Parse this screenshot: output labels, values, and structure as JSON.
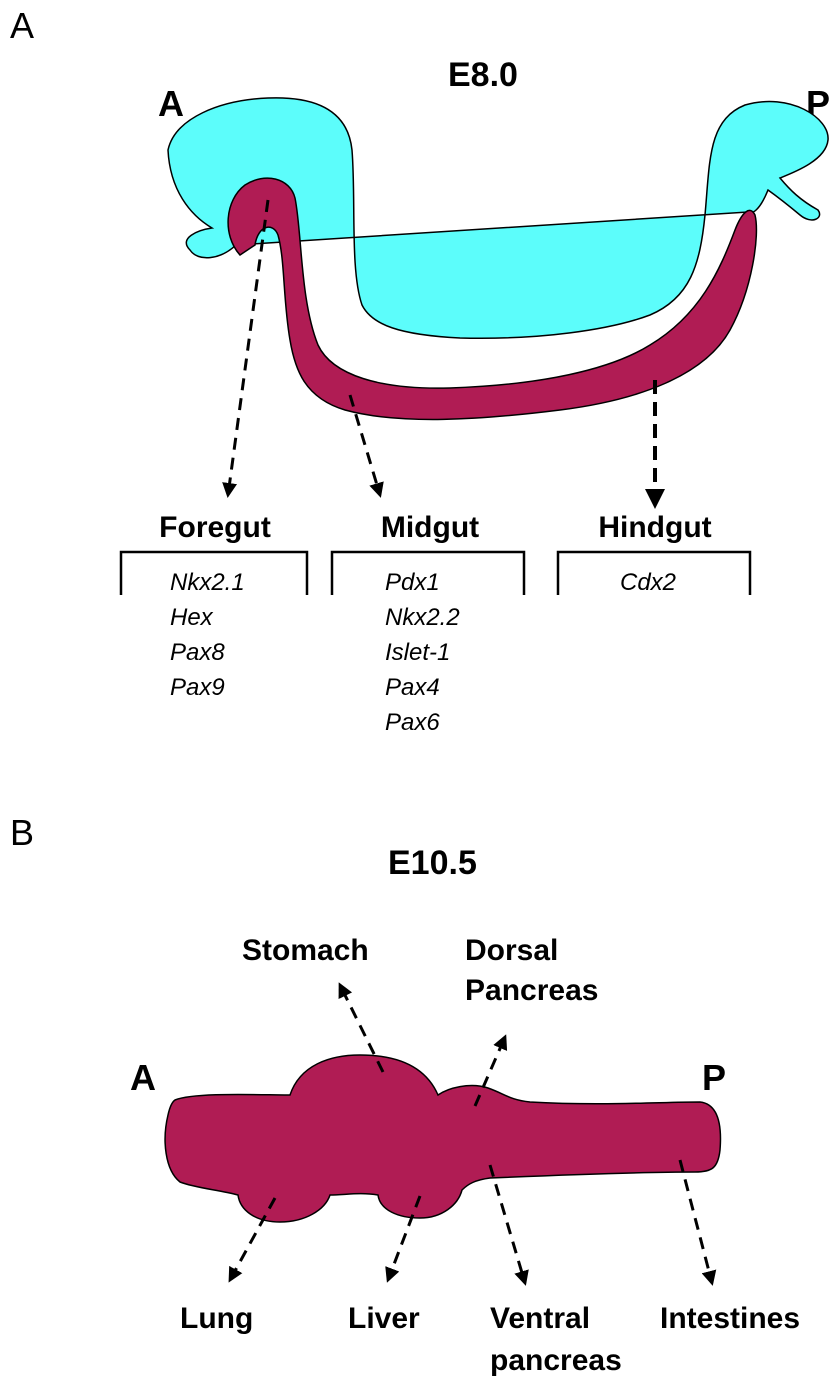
{
  "colors": {
    "ectoderm": "#5cfdfb",
    "endoderm": "#b01c54",
    "outline": "#000000"
  },
  "panel_a": {
    "letter": "A",
    "stage": "E8.0",
    "anterior": "A",
    "posterior": "P",
    "regions": [
      {
        "title": "Foregut",
        "genes": [
          "Nkx2.1",
          "Hex",
          "Pax8",
          "Pax9"
        ]
      },
      {
        "title": "Midgut",
        "genes": [
          "Pdx1",
          "Nkx2.2",
          "Islet-1",
          "Pax4",
          "Pax6"
        ]
      },
      {
        "title": "Hindgut",
        "genes": [
          "Cdx2"
        ]
      }
    ]
  },
  "panel_b": {
    "letter": "B",
    "stage": "E10.5",
    "anterior": "A",
    "posterior": "P",
    "organs_dorsal": {
      "stomach": "Stomach",
      "dorsal_pancreas": [
        "Dorsal",
        "Pancreas"
      ]
    },
    "organs_ventral": {
      "lung": "Lung",
      "liver": "Liver",
      "ventral_pancreas": [
        "Ventral",
        "pancreas"
      ],
      "intestines": "Intestines"
    }
  }
}
